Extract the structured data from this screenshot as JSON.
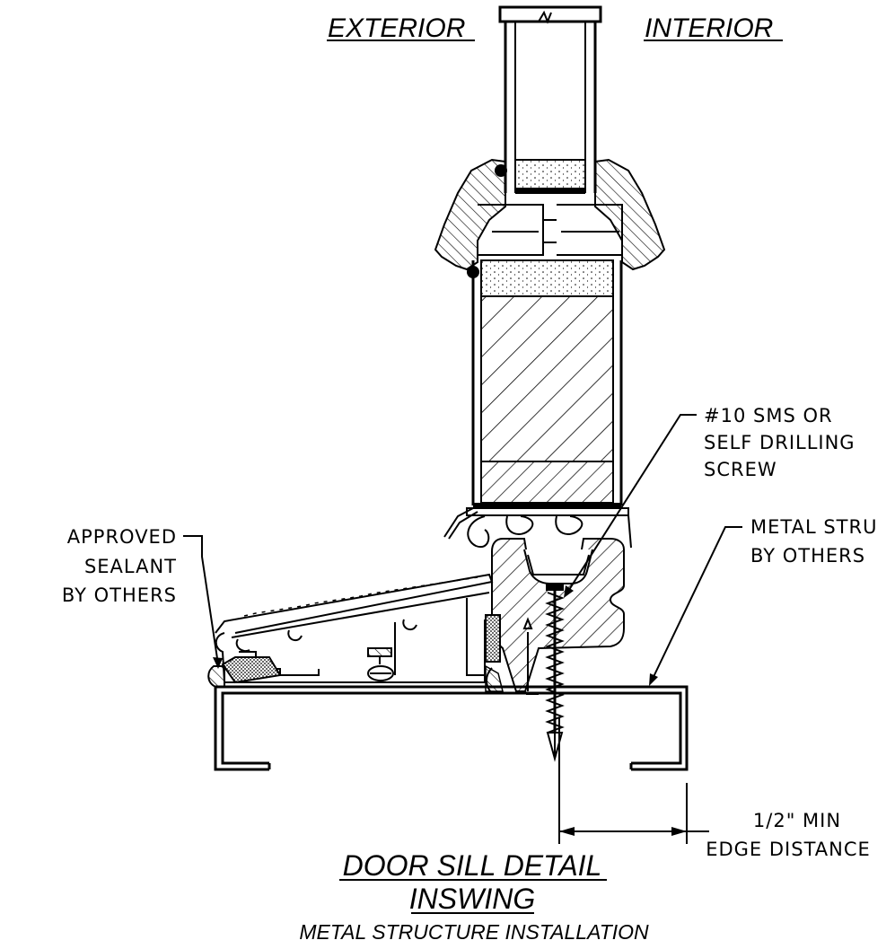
{
  "headers": {
    "exterior": "EXTERIOR",
    "interior": "INTERIOR"
  },
  "callouts": {
    "sealant": [
      "APPROVED",
      "SEALANT",
      "BY OTHERS"
    ],
    "screw": [
      "#10 SMS OR",
      "SELF DRILLING",
      "SCREW"
    ],
    "metal_structure": [
      "METAL STRU",
      "BY OTHERS"
    ],
    "edge_distance": [
      "1/2\" MIN",
      "EDGE DISTANCE"
    ]
  },
  "title": {
    "line1": "DOOR SILL  DETAIL",
    "line2": "INSWING",
    "line3": "METAL STRUCTURE INSTALLATION"
  },
  "icons": {
    "sill": "door-sill-profile-icon",
    "screw": "screw-icon",
    "channel": "metal-channel-icon"
  }
}
